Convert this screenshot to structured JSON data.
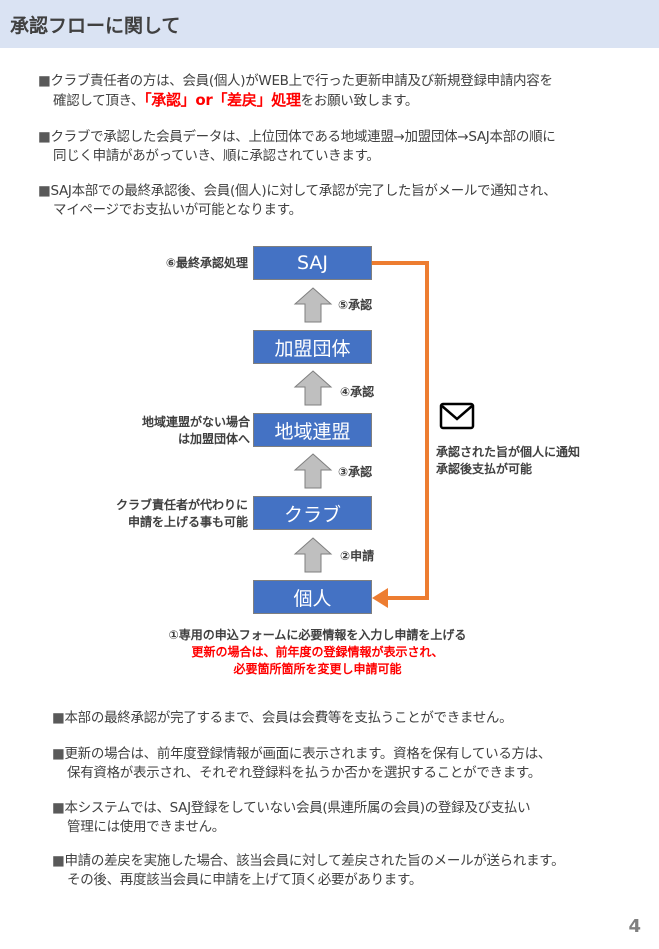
{
  "title": "承認フローに関して",
  "intro": [
    {
      "l1": "クラブ責任者の方は、会員(個人)がWEB上で行った更新申請及び新規登録申請内容を",
      "l2a": "確認して頂き、",
      "l2red": "「承認」or「差戻」処理",
      "l2b": "をお願い致します。"
    },
    {
      "l1": "クラブで承認した会員データは、上位団体である地域連盟→加盟団体→SAJ本部の順に",
      "l2": "同じく申請があがっていき、順に承認されていきます。"
    },
    {
      "l1": "SAJ本部での最終承認後、会員(個人)に対して承認が完了した旨がメールで通知され、",
      "l2": "マイページでお支払いが可能となります。"
    }
  ],
  "bullet": "■",
  "flow": {
    "boxes": [
      "SAJ",
      "加盟団体",
      "地域連盟",
      "クラブ",
      "個人"
    ],
    "steps": [
      "⑤承認",
      "④承認",
      "③承認",
      "②申請"
    ],
    "final_label": "⑥最終承認処理",
    "region_note": [
      "地域連盟がない場合",
      "は加盟団体へ"
    ],
    "club_note": [
      "クラブ責任者が代わりに",
      "申請を上げる事も可能"
    ],
    "mail_note": [
      "承認された旨が個人に通知",
      "承認後支払が可能"
    ],
    "caption": "①専用の申込フォームに必要情報を入力し申請を上げる",
    "caption_red": [
      "更新の場合は、前年度の登録情報が表示され、",
      "必要箇所箇所を変更し申請可能"
    ]
  },
  "notes": [
    {
      "l1": "本部の最終承認が完了するまで、会員は会費等を支払うことができません。"
    },
    {
      "l1": "更新の場合は、前年度登録情報が画面に表示されます。資格を保有している方は、",
      "l2": "保有資格が表示され、それぞれ登録料を払うか否かを選択することができます。"
    },
    {
      "l1": "本システムでは、SAJ登録をしていない会員(県連所属の会員)の登録及び支払い",
      "l2": "管理には使用できません。"
    },
    {
      "l1": "申請の差戻を実施した場合、該当会員に対して差戻された旨のメールが送られます。",
      "l2": "その後、再度該当会員に申請を上げて頂く必要があります。"
    }
  ],
  "page_number": "4",
  "colors": {
    "header": "#dae3f3",
    "box": "#4472c4",
    "orange": "#ed7d31",
    "red": "#ff0000"
  }
}
